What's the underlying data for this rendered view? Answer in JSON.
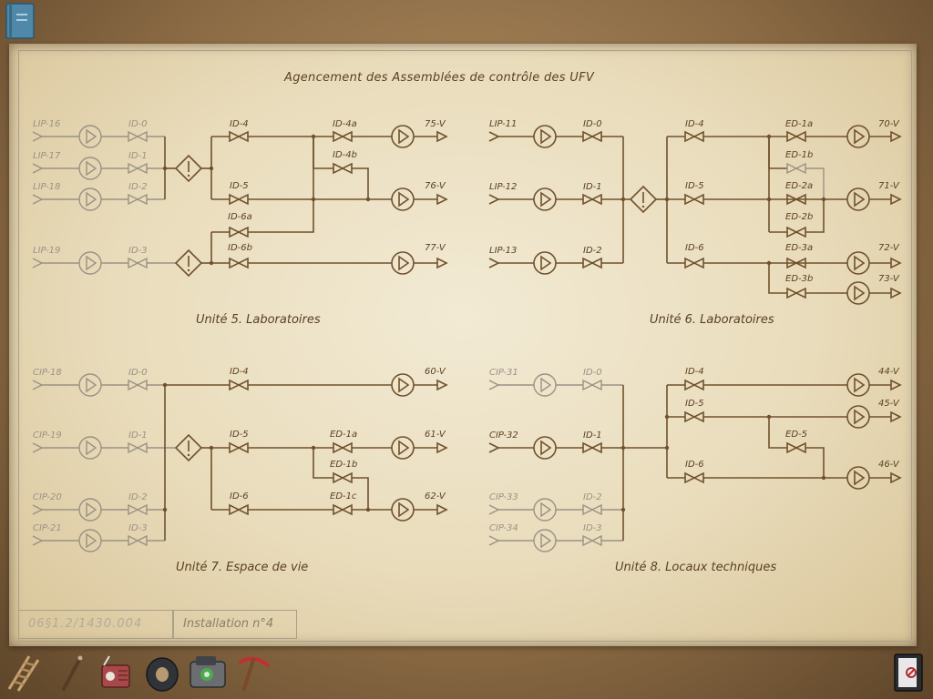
{
  "title": "Agencement des Assemblées de contrôle des UFV",
  "units": [
    {
      "name": "Unité 5. Laboratoires",
      "inputs": [
        "LIP-16",
        "LIP-17",
        "LIP-18",
        "LIP-19"
      ],
      "valves": [
        "ID-0",
        "ID-1",
        "ID-2",
        "ID-3",
        "ID-4",
        "ID-4a",
        "ID-4b",
        "ID-5",
        "ID-6a",
        "ID-6b"
      ],
      "outputs": [
        "75-V",
        "76-V",
        "77-V"
      ]
    },
    {
      "name": "Unité 6. Laboratoires",
      "inputs": [
        "LIP-11",
        "LIP-12",
        "LIP-13"
      ],
      "valves": [
        "ID-0",
        "ID-1",
        "ID-2",
        "ID-4",
        "ID-5",
        "ID-6",
        "ED-1a",
        "ED-1b",
        "ED-2a",
        "ED-2b",
        "ED-3a",
        "ED-3b"
      ],
      "outputs": [
        "70-V",
        "71-V",
        "72-V",
        "73-V"
      ]
    },
    {
      "name": "Unité 7. Espace de vie",
      "inputs": [
        "CIP-18",
        "CIP-19",
        "CIP-20",
        "CIP-21"
      ],
      "valves": [
        "ID-0",
        "ID-1",
        "ID-2",
        "ID-3",
        "ID-4",
        "ID-5",
        "ID-6",
        "ED-1a",
        "ED-1b",
        "ED-1c"
      ],
      "outputs": [
        "60-V",
        "61-V",
        "62-V"
      ]
    },
    {
      "name": "Unité 8. Locaux techniques",
      "inputs": [
        "CIP-31",
        "CIP-32",
        "CIP-33",
        "CIP-34"
      ],
      "valves": [
        "ID-0",
        "ID-1",
        "ID-2",
        "ID-3",
        "ID-4",
        "ID-5",
        "ID-6",
        "ED-5"
      ],
      "outputs": [
        "44-V",
        "45-V",
        "46-V"
      ]
    }
  ],
  "titleblock": {
    "code": "06§1.2/1430.004",
    "label": "Installation n°4"
  },
  "toolbar": {
    "items": [
      "ladder-icon",
      "pipe-tool-icon",
      "radio-device-icon",
      "tape-roll-icon",
      "kit-case-icon",
      "pickaxe-icon"
    ],
    "exit": "exit-door-icon",
    "journal": "journal-icon"
  },
  "colors": {
    "ink": "#70512c",
    "faded": "#9a9284",
    "paper": "#ede2c6"
  }
}
